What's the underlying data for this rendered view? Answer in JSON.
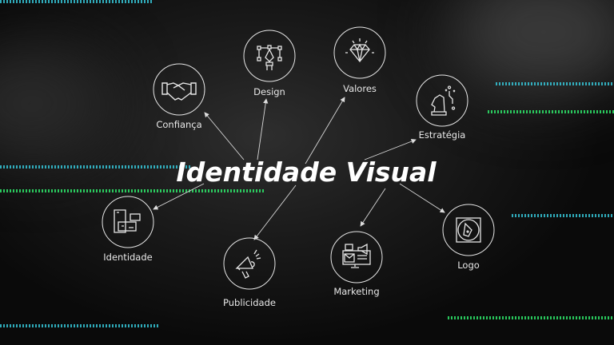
{
  "title": "Identidade Visual",
  "nodes": [
    {
      "label": "Confiança",
      "icon": "handshake-icon"
    },
    {
      "label": "Design",
      "icon": "pen-tool-icon"
    },
    {
      "label": "Valores",
      "icon": "diamond-icon"
    },
    {
      "label": "Estratégia",
      "icon": "chess-knight-icon"
    },
    {
      "label": "Identidade",
      "icon": "business-cards-icon"
    },
    {
      "label": "Publicidade",
      "icon": "megaphone-icon"
    },
    {
      "label": "Marketing",
      "icon": "monitor-marketing-icon"
    },
    {
      "label": "Logo",
      "icon": "logo-vector-icon"
    }
  ],
  "colors": {
    "accent_blue": "#35c6d8",
    "accent_green": "#2ee86a",
    "background": "#111111"
  }
}
